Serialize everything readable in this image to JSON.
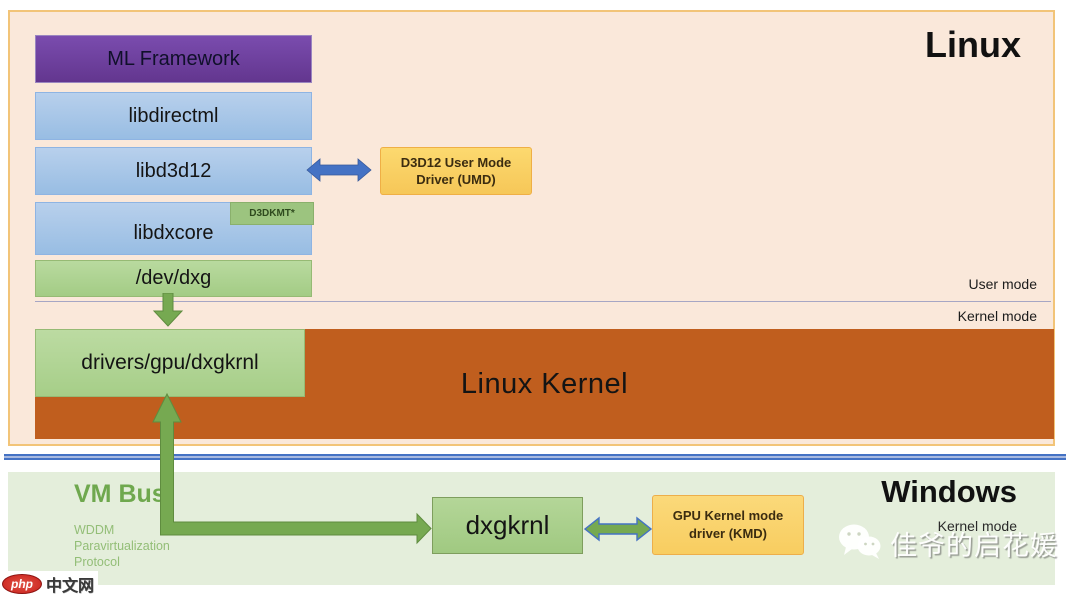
{
  "colors": {
    "linux_background": "#fae8da",
    "linux_border": "#f2c478",
    "windows_background": "#e4eedb",
    "purple_box": "#63368f",
    "blue_box": "#98bde3",
    "green_box": "#a3cc85",
    "orange_kernel_bar": "#c05e1e",
    "yellow_driver_box": "#f8cd60",
    "blue_arrow": "#4472c4",
    "green_arrow": "#76a951",
    "vm_bus_text": "#6fa84e"
  },
  "linux_section": {
    "title": "Linux",
    "user_mode_label": "User mode",
    "kernel_mode_label": "Kernel mode",
    "stack": {
      "ml_framework": "ML Framework",
      "libdirectml": "libdirectml",
      "libd3d12": "libd3d12",
      "libdxcore": "libdxcore",
      "d3dkmt_tag": "D3DKMT*",
      "dev_dxg": "/dev/dxg"
    },
    "umd_box": {
      "line1": "D3D12 User Mode",
      "line2": "Driver (UMD)"
    },
    "kernel_bar": {
      "label": "Linux Kernel",
      "driver_box": "drivers/gpu/dxgkrnl"
    }
  },
  "windows_section": {
    "title": "Windows",
    "kernel_mode_label": "Kernel mode",
    "vm_bus": {
      "title": "VM Bus",
      "lines": [
        "WDDM",
        "Paravirtualization",
        "Protocol"
      ]
    },
    "dxgkrnl_box": "dxgkrnl",
    "kmd_box": {
      "line1": "GPU Kernel mode",
      "line2": "driver (KMD)"
    }
  },
  "watermarks": {
    "wechat_name": "佳爷的启花媛",
    "site_logo_php": "php",
    "site_logo_cn": "中文网"
  }
}
